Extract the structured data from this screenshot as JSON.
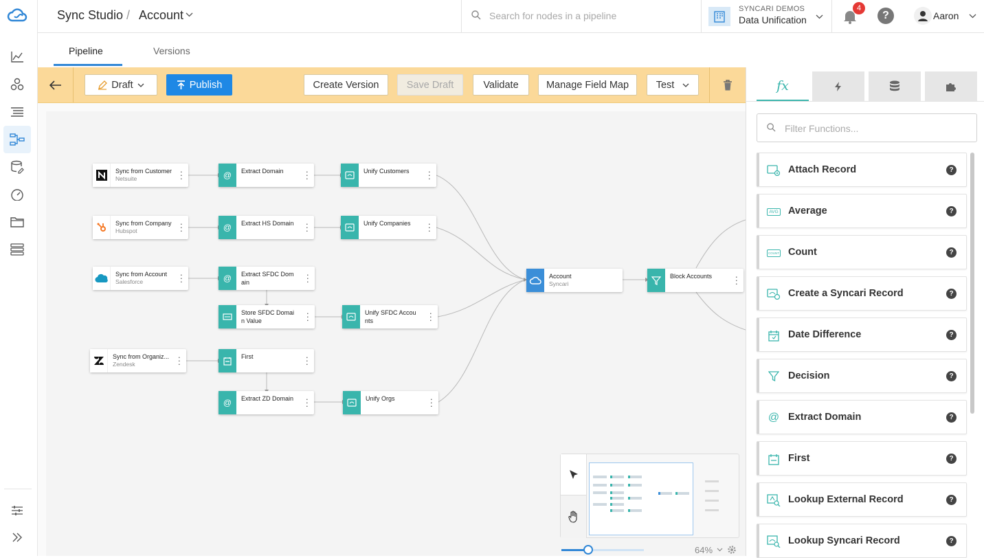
{
  "header": {
    "app_title": "Sync Studio",
    "separator": "/",
    "page_title": "Account",
    "search_placeholder": "Search for nodes in a pipeline",
    "org_label": "SYNCARI DEMOS",
    "org_name": "Data Unification",
    "notification_count": "4",
    "user_name": "Aaron"
  },
  "tabs": [
    {
      "label": "Pipeline",
      "active": true
    },
    {
      "label": "Versions",
      "active": false
    }
  ],
  "toolbar": {
    "draft_label": "Draft",
    "publish_label": "Publish",
    "create_version_label": "Create Version",
    "save_draft_label": "Save Draft",
    "validate_label": "Validate",
    "manage_field_map_label": "Manage Field Map",
    "test_label": "Test"
  },
  "nodes": {
    "sync_customer": {
      "title": "Sync from Customer",
      "sub": "Netsuite"
    },
    "sync_company": {
      "title": "Sync from Company",
      "sub": "Hubspot"
    },
    "sync_account": {
      "title": "Sync from  Account",
      "sub": "Salesforce"
    },
    "sync_org": {
      "title": "Sync from  Organiz...",
      "sub": "Zendesk"
    },
    "extract_domain": {
      "title": "Extract Domain"
    },
    "extract_hs": {
      "title": "Extract HS Domain"
    },
    "extract_sfdc": {
      "title1": "Extract SFDC Dom",
      "title2": "ain"
    },
    "store_sfdc": {
      "title1": "Store SFDC Domai",
      "title2": "n Value"
    },
    "first": {
      "title": "First"
    },
    "extract_zd": {
      "title": "Extract ZD Domain"
    },
    "unify_customers": {
      "title": "Unify Customers"
    },
    "unify_companies": {
      "title": "Unify Companies"
    },
    "unify_sfdc": {
      "title1": "Unify SFDC Accou",
      "title2": "nts"
    },
    "unify_orgs": {
      "title": "Unify Orgs"
    },
    "account": {
      "title": "Account",
      "sub": "Syncari"
    },
    "block_accounts": {
      "title": "Block Accounts"
    }
  },
  "zoom": {
    "label": "64%",
    "level": 0.64
  },
  "panel": {
    "filter_placeholder": "Filter Functions...",
    "tab_fx": "fx",
    "functions": [
      {
        "label": "Attach Record",
        "icon": "attach-record-icon"
      },
      {
        "label": "Average",
        "icon": "avg-icon",
        "icon_text": "AVG"
      },
      {
        "label": "Count",
        "icon": "count-icon",
        "icon_text": "COUNT"
      },
      {
        "label": "Create a Syncari Record",
        "icon": "create-record-icon"
      },
      {
        "label": "Date Difference",
        "icon": "calendar-icon"
      },
      {
        "label": "Decision",
        "icon": "funnel-icon"
      },
      {
        "label": "Extract Domain",
        "icon": "at-icon"
      },
      {
        "label": "First",
        "icon": "first-icon"
      },
      {
        "label": "Lookup External Record",
        "icon": "lookup-external-icon"
      },
      {
        "label": "Lookup Syncari Record",
        "icon": "lookup-syncari-icon"
      }
    ],
    "help_glyph": "?"
  },
  "colors": {
    "teal": "#39b5ac",
    "blue": "#1e88e5",
    "toolbar": "#fbd999"
  }
}
